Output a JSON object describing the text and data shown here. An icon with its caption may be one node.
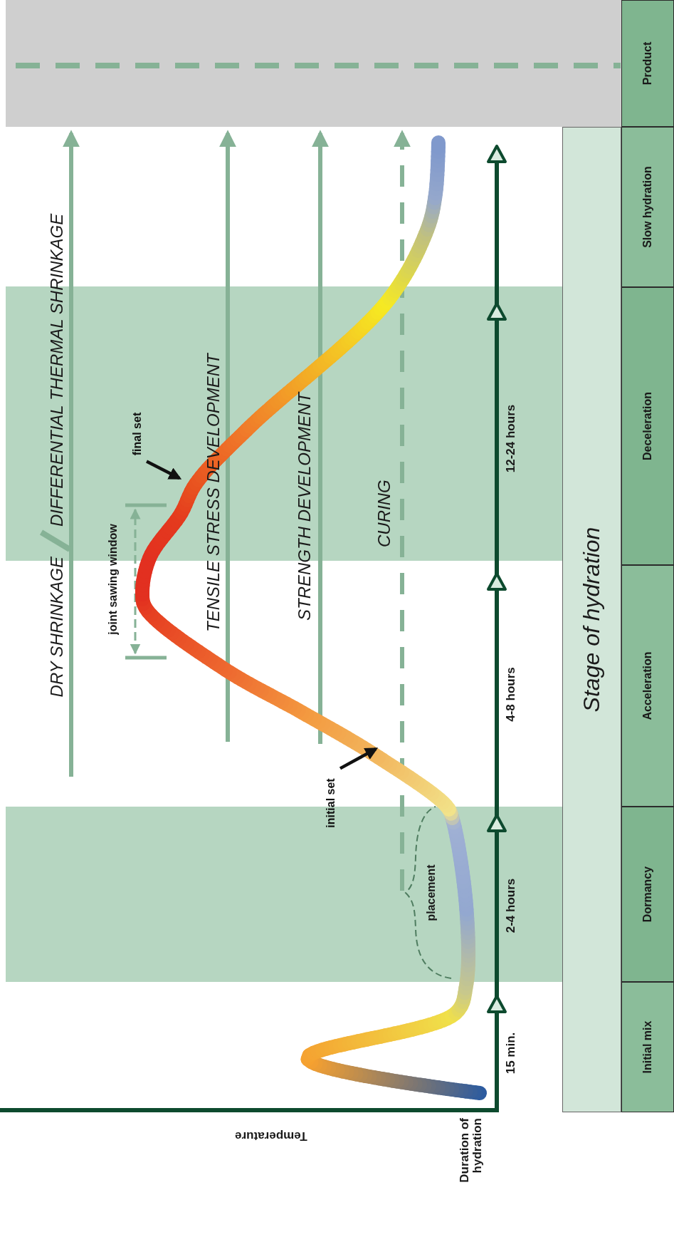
{
  "diagram": {
    "nodes": [
      {
        "text": [
          "Stage of hydration"
        ]
      },
      {
        "text": [
          "Initial mix"
        ]
      },
      {
        "text": [
          "Dormancy"
        ]
      },
      {
        "text": [
          "Acceleration"
        ]
      },
      {
        "text": [
          "Deceleration"
        ]
      },
      {
        "text": [
          "Slow hydration"
        ]
      },
      {
        "text": [
          "Product"
        ]
      },
      {
        "text": [
          "initial set"
        ]
      },
      {
        "text": [
          "final set"
        ]
      }
    ],
    "edges": [
      {
        "from": 7,
        "to": null,
        "arrow": "to"
      },
      {
        "from": 8,
        "to": null,
        "arrow": "to"
      }
    ],
    "labels": [
      "Temperature",
      "Duration of hydration",
      "15 min.",
      "2-4 hours",
      "4-8 hours",
      "12-24 hours",
      "DRY SHRINKAGE",
      "DIFFERENTIAL THERMAL SHRINKAGE",
      "TENSILE STRESS DEVELOPMENT",
      "STRENGTH DEVELOPMENT",
      "CURING",
      "joint sawing window",
      "placement"
    ]
  }
}
